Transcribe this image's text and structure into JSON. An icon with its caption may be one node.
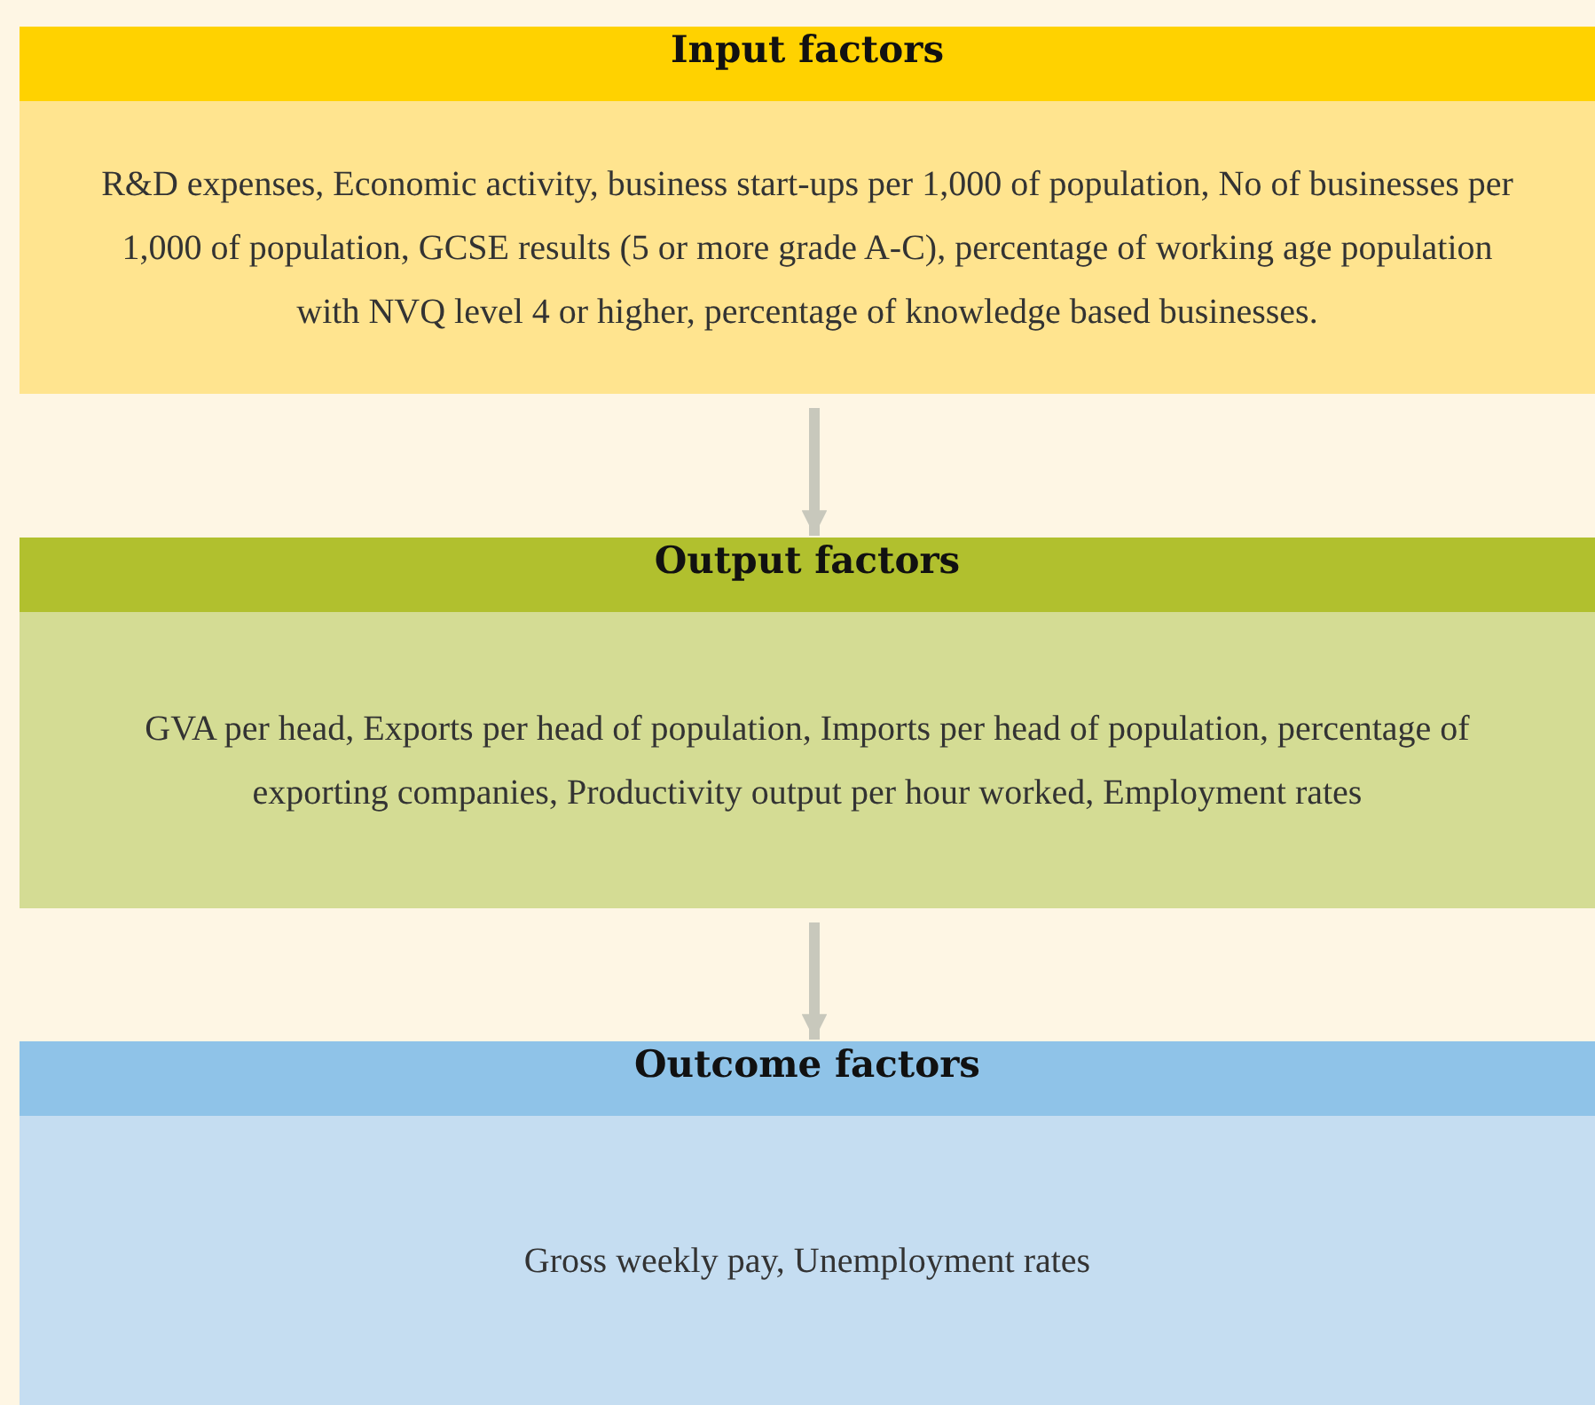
{
  "diagram": {
    "nodes": [
      {
        "text": [
          "Input factors",
          "R&D expenses, Economic activity, business start-ups per 1,000 of population, No of businesses per 1,000 of population, GCSE results (5 or more grade A-C), percentage of working age population with NVQ level 4 or higher, percentage of knowledge based businesses."
        ]
      },
      {
        "text": [
          "Output factors",
          "GVA per head, Exports per head of population, Imports per head of population, percentage of exporting companies, Productivity output per hour worked, Employment rates"
        ]
      },
      {
        "text": [
          "Outcome factors",
          "Gross weekly pay, Unemployment rates"
        ]
      }
    ],
    "edges": [
      {
        "from": 0,
        "to": 1,
        "arrow": "to"
      },
      {
        "from": 1,
        "to": 2,
        "arrow": "to"
      }
    ]
  }
}
